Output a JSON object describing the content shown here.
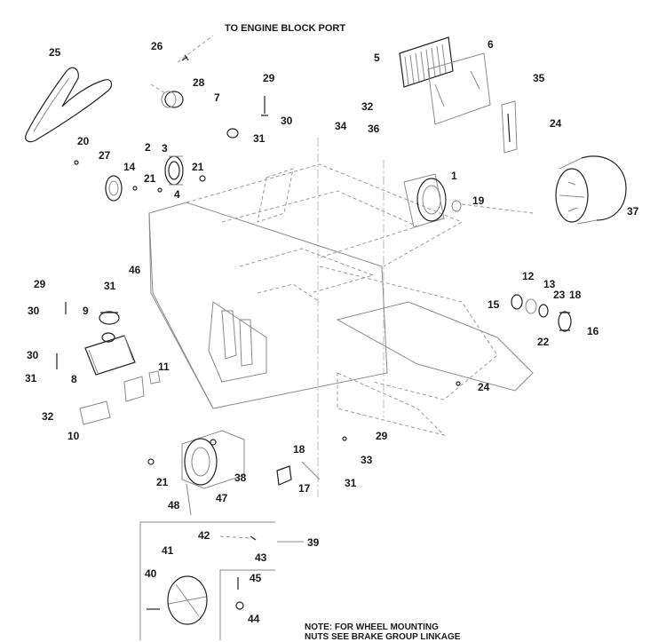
{
  "header": {
    "engine_port_label": "TO ENGINE BLOCK PORT"
  },
  "callouts": {
    "c25": "25",
    "c26": "26",
    "c28": "28",
    "c7": "7",
    "c29a": "29",
    "c30a": "30",
    "c31a": "31",
    "c34": "34",
    "c5": "5",
    "c6": "6",
    "c35": "35",
    "c32a": "32",
    "c36": "36",
    "c24a": "24",
    "c20": "20",
    "c2": "2",
    "c3": "3",
    "c27": "27",
    "c14": "14",
    "c21a": "21",
    "c21b": "21",
    "c4": "4",
    "c1": "1",
    "c19": "19",
    "c37": "37",
    "c46": "46",
    "c29b": "29",
    "c31b": "31",
    "c30b": "30",
    "c9": "9",
    "c12": "12",
    "c13": "13",
    "c15": "15",
    "c23": "23",
    "c18a": "18",
    "c16": "16",
    "c22": "22",
    "c30c": "30",
    "c31c": "31",
    "c8": "8",
    "c11": "11",
    "c24b": "24",
    "c32b": "32",
    "c10": "10",
    "c29c": "29",
    "c18b": "18",
    "c33": "33",
    "c21c": "21",
    "c38": "38",
    "c17": "17",
    "c31d": "31",
    "c47": "47",
    "c48": "48",
    "c42": "42",
    "c39": "39",
    "c43": "43",
    "c41": "41",
    "c40": "40",
    "c45": "45",
    "c44": "44"
  },
  "note": {
    "line1": "NOTE: FOR WHEEL MOUNTING",
    "line2": "NUTS SEE BRAKE GROUP LINKAGE"
  }
}
